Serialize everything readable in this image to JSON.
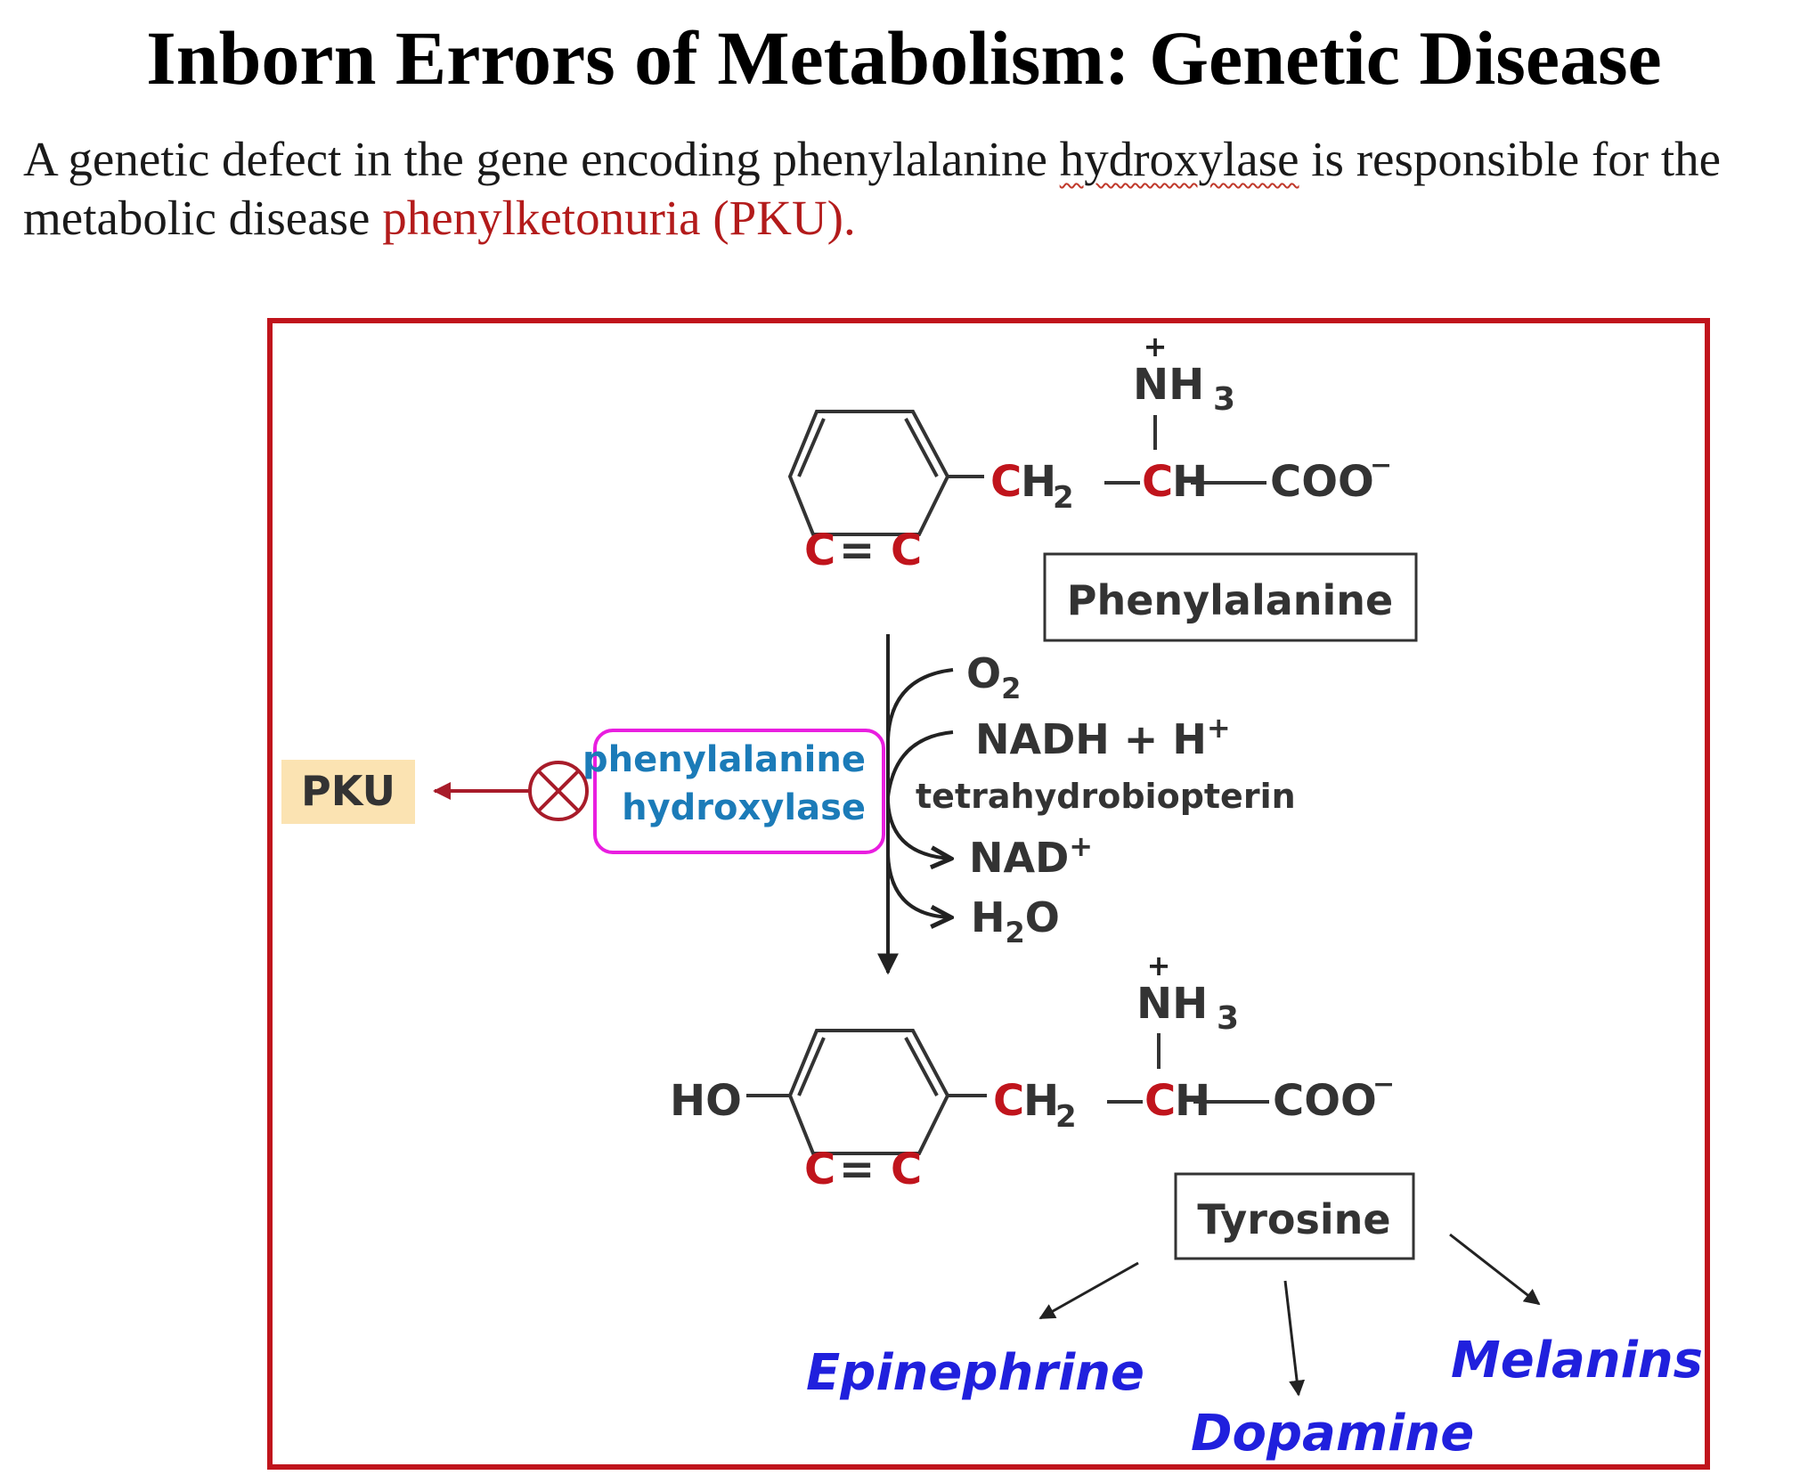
{
  "title": "Inborn Errors of Metabolism:  Genetic Disease",
  "intro": {
    "part1": "A genetic defect in the gene encoding phenylalanine ",
    "underlined": "hydroxylase",
    "part2": " is responsible for the metabolic disease ",
    "highlight": "phenylketonuria (PKU)."
  },
  "diagram": {
    "substrate": {
      "plus": "+",
      "nh": "NH",
      "sub3": "3",
      "ch2": "CH",
      "ch2_sub": "2",
      "ch": "CH",
      "coo": "COO",
      "minus": "−",
      "ring_c_left": "C",
      "ring_eq": "=",
      "ring_c_right": "C",
      "label": "Phenylalanine"
    },
    "cofactors": {
      "o2": "O",
      "o2_sub": "2",
      "nadh": "NADH + H",
      "nadh_sup": "+",
      "thb": "tetrahydrobiopterin",
      "nad": "NAD",
      "nad_sup": "+",
      "h2o_h": "H",
      "h2o_sub": "2",
      "h2o_o": "O"
    },
    "enzyme": {
      "line1": "phenylalanine",
      "line2": "hydroxylase"
    },
    "disease": "PKU",
    "product": {
      "ho": "HO",
      "plus": "+",
      "nh": "NH",
      "sub3": "3",
      "ch2": "CH",
      "ch2_sub": "2",
      "ch": "CH",
      "coo": "COO",
      "minus": "−",
      "ring_c_left": "C",
      "ring_eq": "=",
      "ring_c_right": "C",
      "label": "Tyrosine"
    },
    "derivatives": [
      "Epinephrine",
      "Dopamine",
      "Melanins"
    ],
    "colors": {
      "frame": "#c0141c",
      "red_atom": "#c0141c",
      "enzyme_border": "#e91ee0",
      "enzyme_text": "#1b7bb8",
      "pku_bg": "#fbe3b2",
      "block": "#a81c2a",
      "derivative_text": "#2020dd"
    }
  }
}
